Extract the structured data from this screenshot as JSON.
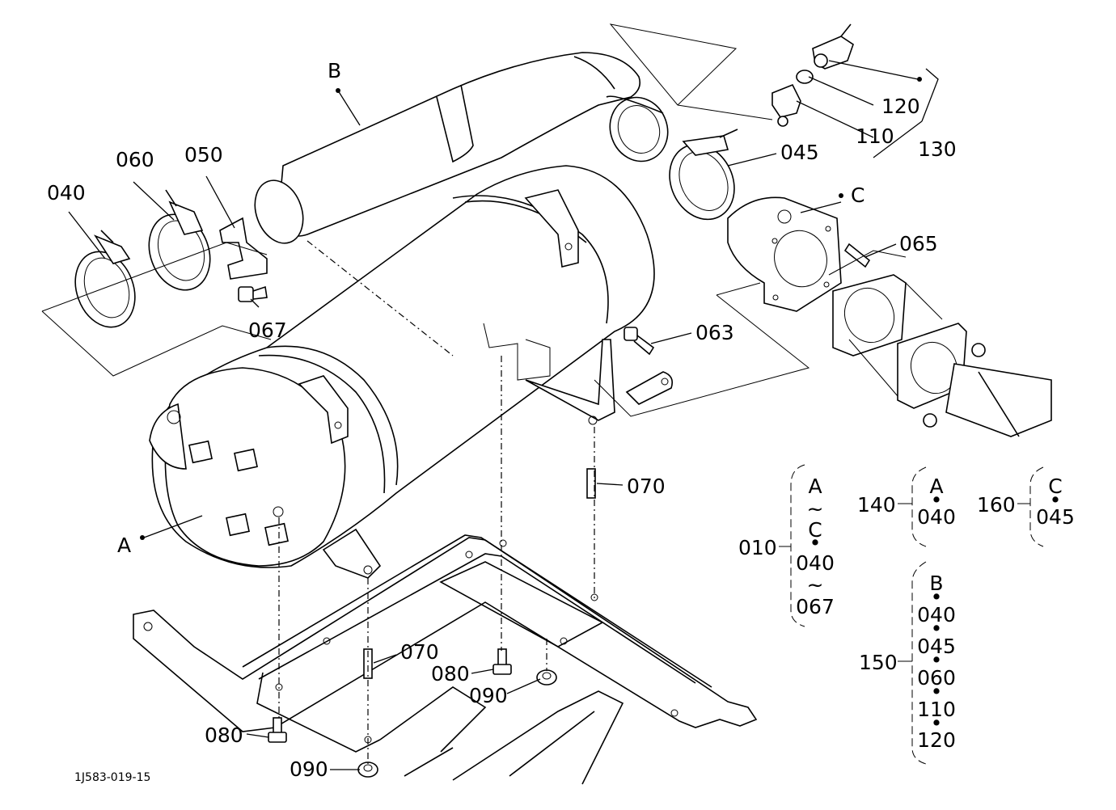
{
  "diagram_id": "1J583-019-15",
  "callouts": {
    "c040": "040",
    "c060": "060",
    "c050": "050",
    "c067": "067",
    "c045": "045",
    "c110": "110",
    "c120": "120",
    "c130": "130",
    "c065": "065",
    "c063": "063",
    "c070a": "070",
    "c070b": "070",
    "c080a": "080",
    "c080b": "080",
    "c090a": "090",
    "c090b": "090",
    "cA": "A",
    "cB": "B",
    "cC": "C"
  },
  "assemblies": {
    "a010": {
      "number": "010",
      "rows": [
        "A",
        "~",
        "C",
        "•",
        "040",
        "~",
        "067"
      ]
    },
    "a140": {
      "number": "140",
      "rows": [
        "A",
        "•",
        "040"
      ]
    },
    "a160": {
      "number": "160",
      "rows": [
        "C",
        "•",
        "045"
      ]
    },
    "a150": {
      "number": "150",
      "rows": [
        "B",
        "•",
        "040",
        "•",
        "045",
        "•",
        "060",
        "•",
        "110",
        "•",
        "120"
      ]
    }
  }
}
